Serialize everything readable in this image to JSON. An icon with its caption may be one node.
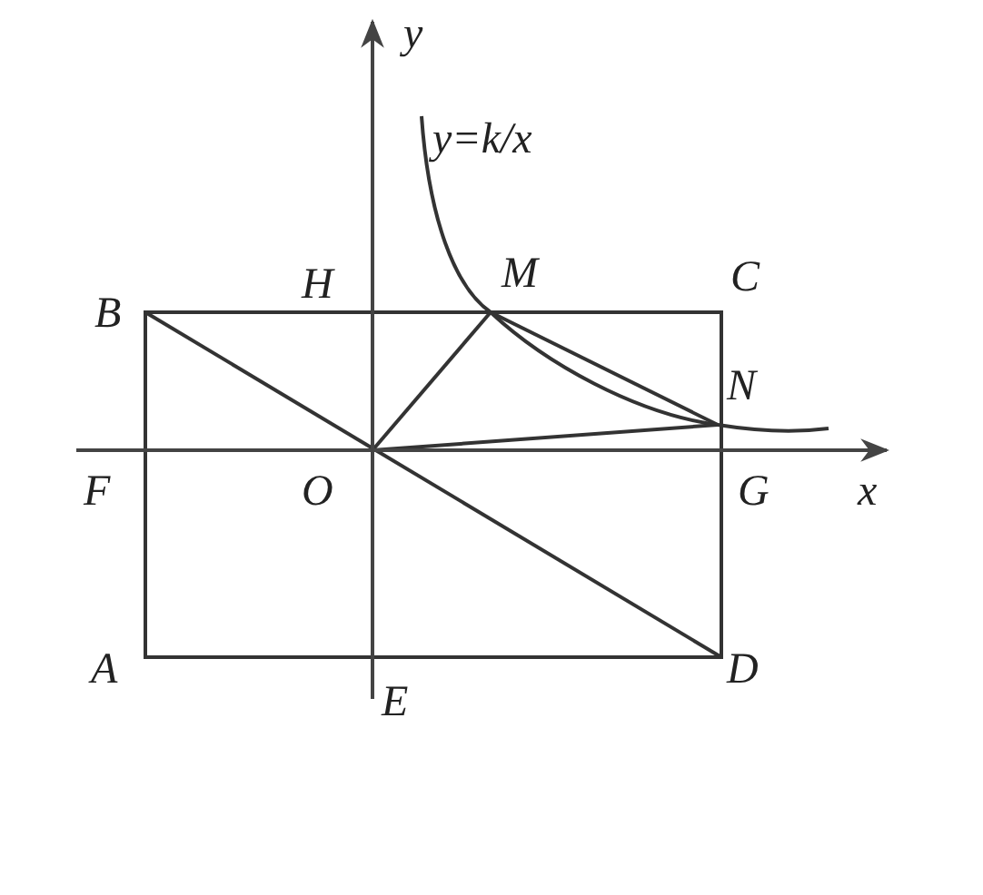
{
  "diagram": {
    "labels": [
      "y",
      "y=k/x",
      "B",
      "H",
      "M",
      "C",
      "N",
      "F",
      "O",
      "G",
      "x",
      "A",
      "D",
      "E"
    ]
  }
}
